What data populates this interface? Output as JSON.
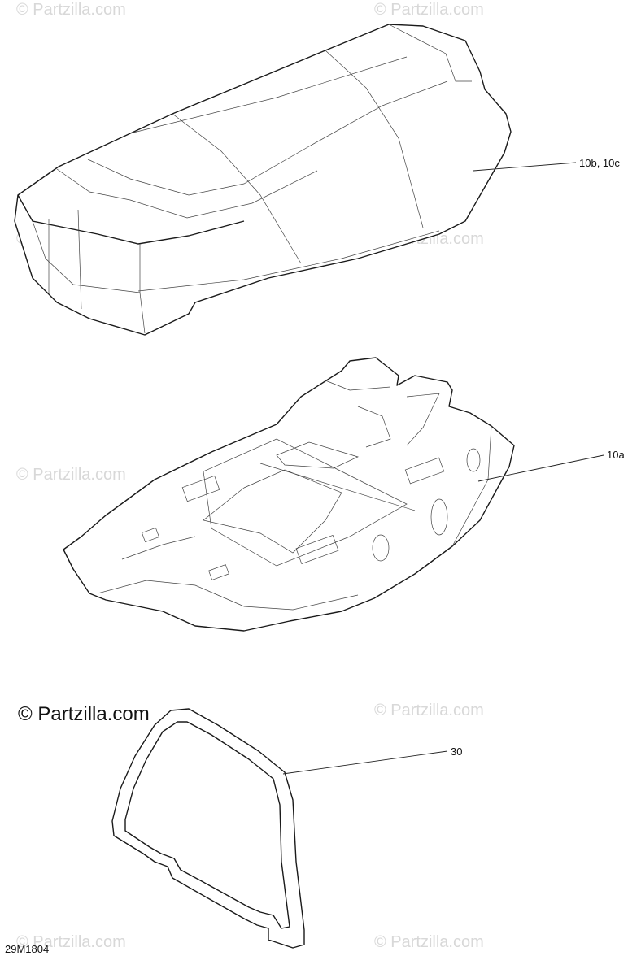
{
  "watermark": {
    "text": "© Partzilla.com",
    "color": "#d8d8d8"
  },
  "brand": {
    "text": "© Partzilla.com"
  },
  "diagram_code": "29M1804",
  "callouts": [
    {
      "id": "seat",
      "label": "10b, 10c"
    },
    {
      "id": "base",
      "label": "10a"
    },
    {
      "id": "seal",
      "label": "30"
    }
  ],
  "icons": {
    "seat": "seat-cushion-part",
    "base": "seat-base-part",
    "seal": "seal-gasket-part"
  }
}
